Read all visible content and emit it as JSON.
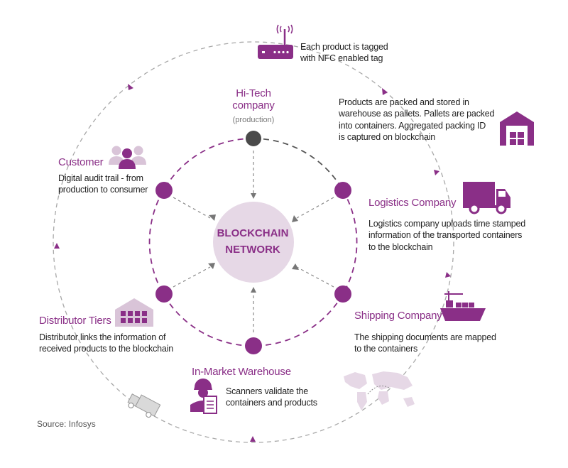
{
  "center": {
    "line1": "BLOCKCHAIN",
    "line2": "NETWORK"
  },
  "nodes": {
    "hitech": {
      "title_line1": "Hi-Tech",
      "title_line2": "company",
      "subtitle": "(production)"
    },
    "logistics": {
      "title": "Logistics Company",
      "desc_line1": "Logistics company uploads time stamped",
      "desc_line2": "information of the transported containers",
      "desc_line3": "to the blockchain"
    },
    "shipping": {
      "title": "Shipping Company",
      "desc_line1": "The shipping documents are mapped",
      "desc_line2": "to the containers"
    },
    "warehouse": {
      "title": "In-Market Warehouse",
      "desc_line1": "Scanners validate the",
      "desc_line2": "containers and products"
    },
    "distributor": {
      "title": "Distributor Tiers",
      "desc_line1": "Distributor links the information of",
      "desc_line2": "received products to the blockchain"
    },
    "customer": {
      "title": "Customer",
      "desc_line1": "Digital audit trail - from",
      "desc_line2": "production to consumer"
    }
  },
  "steps": {
    "nfc": {
      "line1": "Each product is tagged",
      "line2": "with NFC enabled tag"
    },
    "packing": {
      "line1": "Products are packed and stored in",
      "line2": "warehouse as pallets. Pallets are packed",
      "line3": "into containers. Aggregated packing ID",
      "line4": "is captured on blockchain"
    }
  },
  "source": "Source: Infosys",
  "colors": {
    "purple": "#8a2f87",
    "light_purple": "#e6d8e6",
    "dark_node": "#4a4a4a",
    "dash_grey": "#9a9a9a"
  },
  "icons": [
    "router-icon",
    "warehouse-icon",
    "truck-icon",
    "ship-icon",
    "world-map-icon",
    "worker-icon",
    "distributor-building-icon",
    "people-icon",
    "delivery-truck-icon"
  ]
}
